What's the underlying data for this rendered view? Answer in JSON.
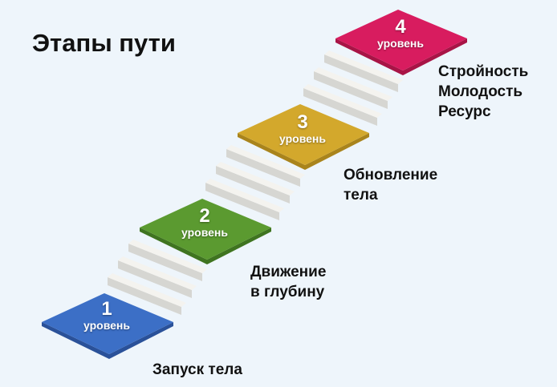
{
  "title": "Этапы пути",
  "levels": [
    {
      "number": "1",
      "word": "уровень",
      "label": "Запуск тела",
      "color": "#3c6fc6",
      "side": "#2a5199"
    },
    {
      "number": "2",
      "word": "уровень",
      "label": "Движение\nв глубину",
      "color": "#5b9a30",
      "side": "#3f7420"
    },
    {
      "number": "3",
      "word": "уровень",
      "label": "Обновление\nтела",
      "color": "#d3a82c",
      "side": "#a9841c"
    },
    {
      "number": "4",
      "word": "уровень",
      "label": "Стройность\nМолодость\nРесурс",
      "color": "#d81c5f",
      "side": "#a81446"
    }
  ]
}
